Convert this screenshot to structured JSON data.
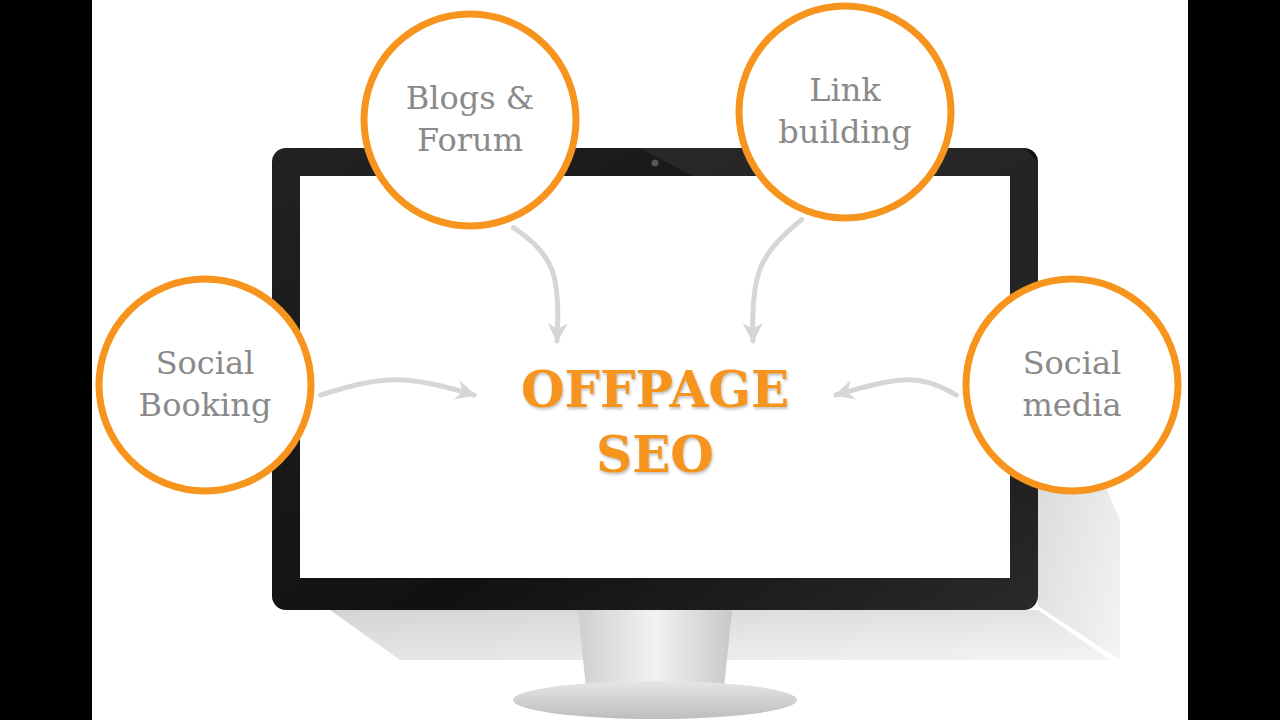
{
  "diagram": {
    "nodes": [
      {
        "text": [
          "Blogs & Forum"
        ]
      },
      {
        "text": [
          "Link building"
        ]
      },
      {
        "text": [
          "Social Booking"
        ]
      },
      {
        "text": [
          "OFFPAGE SEO"
        ]
      },
      {
        "text": [
          "Social media"
        ]
      }
    ],
    "edges": [
      {
        "from": 0,
        "to": 3,
        "arrow": "to"
      },
      {
        "from": 1,
        "to": 3,
        "arrow": "to"
      },
      {
        "from": 2,
        "to": 3,
        "arrow": "to"
      },
      {
        "from": 4,
        "to": 3,
        "arrow": "to"
      }
    ]
  }
}
